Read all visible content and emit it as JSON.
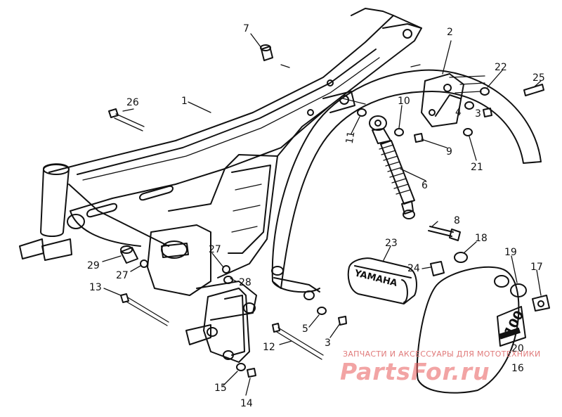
{
  "callouts": [
    {
      "id": "c1",
      "text": "1"
    },
    {
      "id": "c2",
      "text": "2"
    },
    {
      "id": "c3a",
      "text": "3"
    },
    {
      "id": "c3b",
      "text": "3"
    },
    {
      "id": "c4",
      "text": "4"
    },
    {
      "id": "c5",
      "text": "5"
    },
    {
      "id": "c6",
      "text": "6"
    },
    {
      "id": "c7",
      "text": "7"
    },
    {
      "id": "c8",
      "text": "8"
    },
    {
      "id": "c9",
      "text": "9"
    },
    {
      "id": "c10",
      "text": "10"
    },
    {
      "id": "c11",
      "text": "11"
    },
    {
      "id": "c12",
      "text": "12"
    },
    {
      "id": "c13",
      "text": "13"
    },
    {
      "id": "c14",
      "text": "14"
    },
    {
      "id": "c15",
      "text": "15"
    },
    {
      "id": "c16",
      "text": "16"
    },
    {
      "id": "c17",
      "text": "17"
    },
    {
      "id": "c18",
      "text": "18"
    },
    {
      "id": "c19",
      "text": "19"
    },
    {
      "id": "c20",
      "text": "20"
    },
    {
      "id": "c21",
      "text": "21"
    },
    {
      "id": "c22",
      "text": "22"
    },
    {
      "id": "c23",
      "text": "23"
    },
    {
      "id": "c24",
      "text": "24"
    },
    {
      "id": "c25",
      "text": "25"
    },
    {
      "id": "c26",
      "text": "26"
    },
    {
      "id": "c27a",
      "text": "27"
    },
    {
      "id": "c27b",
      "text": "27"
    },
    {
      "id": "c28",
      "text": "28"
    },
    {
      "id": "c29",
      "text": "29"
    }
  ],
  "part_labels": {
    "tool_box_brand": "YAMAHA",
    "side_cover_badge": "100"
  },
  "watermark": {
    "tagline": "ЗАПЧАСТИ И АКСЕССУАРЫ ДЛЯ МОТОТЕХНИКИ",
    "logo": "PartsFor.ru"
  },
  "colors": {
    "ink": "#111111",
    "watermark": "#e85a5a"
  }
}
